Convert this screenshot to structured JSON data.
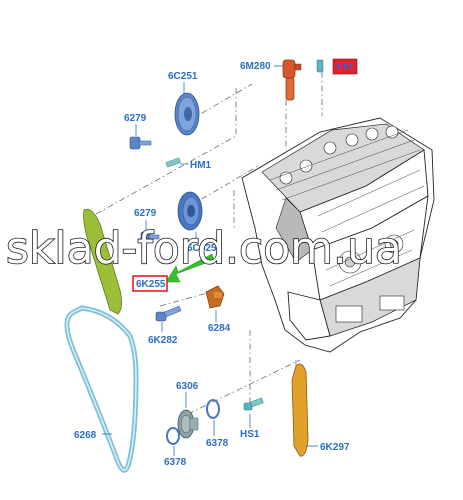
{
  "labels": {
    "p6C251": "6C251",
    "p6M280": "6M280",
    "p6279_top": "6279",
    "pHM1": "HM1",
    "p6279_mid": "6279",
    "p6C525": "6C525",
    "p6K255": "6K255",
    "p6K282": "6K282",
    "p6284": "6284",
    "p6306": "6306",
    "p6268": "6268",
    "p6378_right": "6378",
    "p6378_left": "6378",
    "pHS1": "HS1",
    "p6K297": "6K297",
    "redbox_top": "E52"
  },
  "watermark": "sklad-ford.com.ua",
  "colors": {
    "label": "#2b6fc4",
    "part_blue": "#5b86c8",
    "guide_green": "#9cbf3a",
    "guide_orange": "#e2a12a",
    "arrow_green": "#34c12a",
    "highlight_red": "#e0202a",
    "solenoid_orange": "#d9582a",
    "belt_lightblue": "#9fd0e8"
  }
}
